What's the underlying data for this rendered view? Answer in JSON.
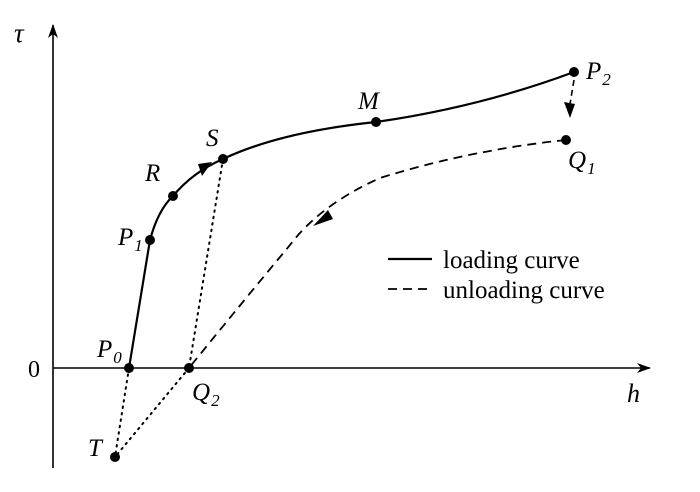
{
  "axes": {
    "y_label": "τ",
    "x_label": "h",
    "origin_label": "0"
  },
  "points": {
    "P0": {
      "main": "P",
      "sub": "0"
    },
    "P1": {
      "main": "P",
      "sub": "1"
    },
    "P2": {
      "main": "P",
      "sub": "2"
    },
    "R": {
      "main": "R"
    },
    "S": {
      "main": "S"
    },
    "M": {
      "main": "M"
    },
    "Q1": {
      "main": "Q",
      "sub": "1"
    },
    "Q2": {
      "main": "Q",
      "sub": "2"
    },
    "T": {
      "main": "T"
    }
  },
  "legend": {
    "loading": "loading curve",
    "unloading": "unloading curve"
  },
  "colors": {
    "ink": "#000000",
    "background": "#ffffff"
  }
}
